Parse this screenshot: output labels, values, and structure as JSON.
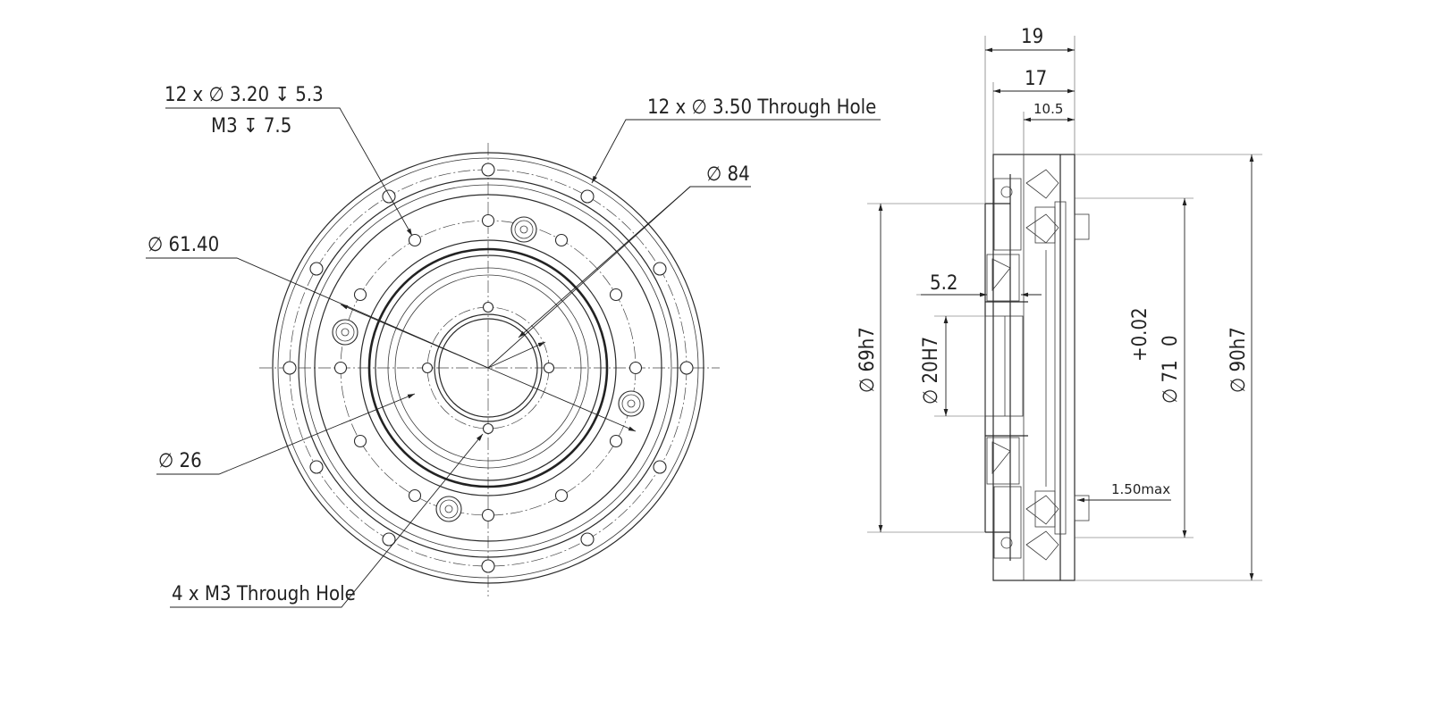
{
  "front_view": {
    "callouts": {
      "tapped_holes_line1": "12 x ∅ 3.20 ↧ 5.3",
      "tapped_holes_line2": "M3 ↧ 7.5",
      "through_holes": "12 x ∅ 3.50 Through Hole",
      "dia_84": "∅ 84",
      "dia_61": "∅ 61.40",
      "dia_26": "∅ 26",
      "m3_holes": "4 x  M3 Through Hole"
    }
  },
  "side_view": {
    "dims": {
      "d19": "19",
      "d17": "17",
      "d10_5": "10.5",
      "d5_2": "5.2",
      "d69": "∅ 69h7",
      "d20": "∅ 20H7",
      "d71_tol": "+0.02",
      "d71_tol_low": "0",
      "d71": "∅ 71",
      "d90": "∅ 90h7",
      "gap": "1.50max"
    }
  }
}
